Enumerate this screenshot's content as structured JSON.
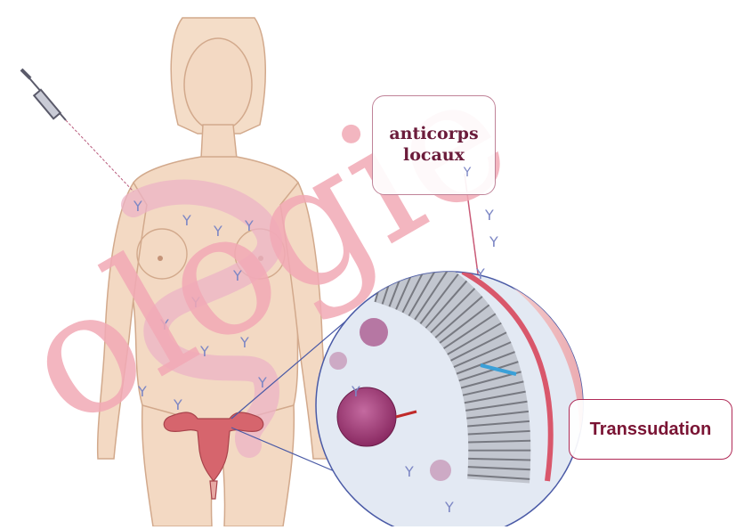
{
  "watermark": {
    "text": "ologie"
  },
  "labels": {
    "anticorps_line1": "anticorps",
    "anticorps_line2": "locaux",
    "transsudation": "Transsudation"
  },
  "icons": {
    "antibody_symbol": "Y",
    "syringe": "syringe-icon"
  },
  "colors": {
    "skin": "#f3d9c3",
    "skin_outline": "#d2a98c",
    "antibody": "#7c86c4",
    "watermark": "#f2aab6",
    "label_border": "#c08398",
    "label_text": "#6b1c3b",
    "tissue_red": "#d9576b",
    "circle_bg": "#e3e9f3"
  }
}
